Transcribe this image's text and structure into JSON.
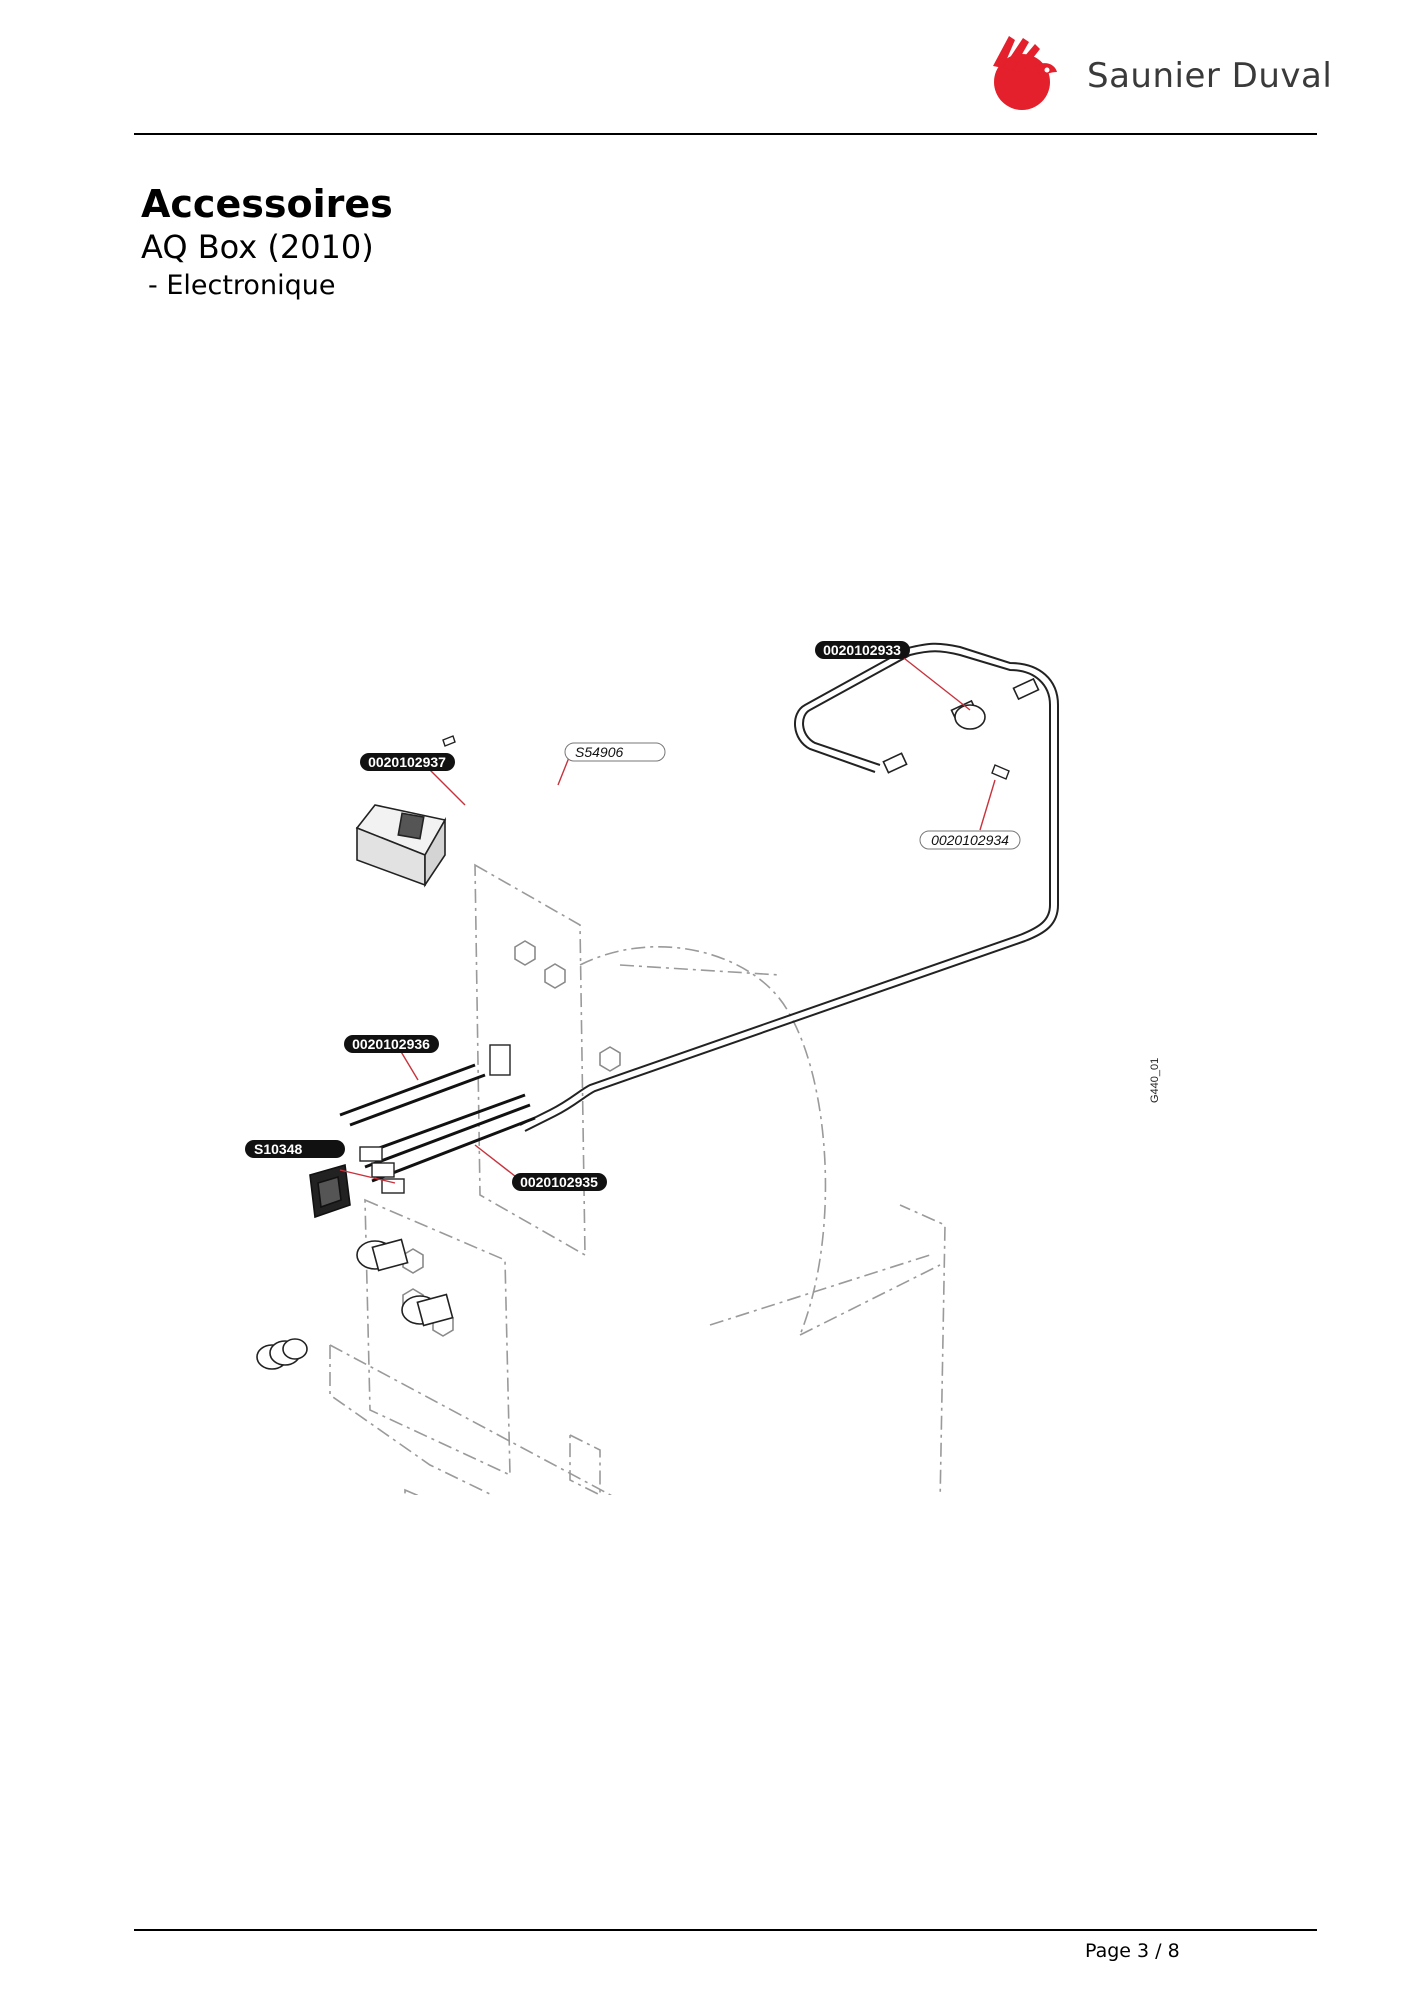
{
  "header": {
    "brand": "Saunier Duval"
  },
  "document": {
    "title": "Accessoires",
    "subtitle": "AQ Box (2010)",
    "section": "- Electronique"
  },
  "diagram": {
    "ref": "G440_01",
    "parts": [
      {
        "label": "0020102933",
        "style": "filled"
      },
      {
        "label": "S54906",
        "style": "outline"
      },
      {
        "label": "0020102937",
        "style": "filled"
      },
      {
        "label": "0020102934",
        "style": "outline"
      },
      {
        "label": "0020102936",
        "style": "filled"
      },
      {
        "label": "S10348",
        "style": "filled"
      },
      {
        "label": "0020102935",
        "style": "filled"
      }
    ]
  },
  "footer": {
    "page": "Page 3 / 8"
  },
  "colors": {
    "brand_red": "#e3202b",
    "leader_red": "#c8323c",
    "text": "#000000",
    "outline": "#8a8a8a"
  }
}
